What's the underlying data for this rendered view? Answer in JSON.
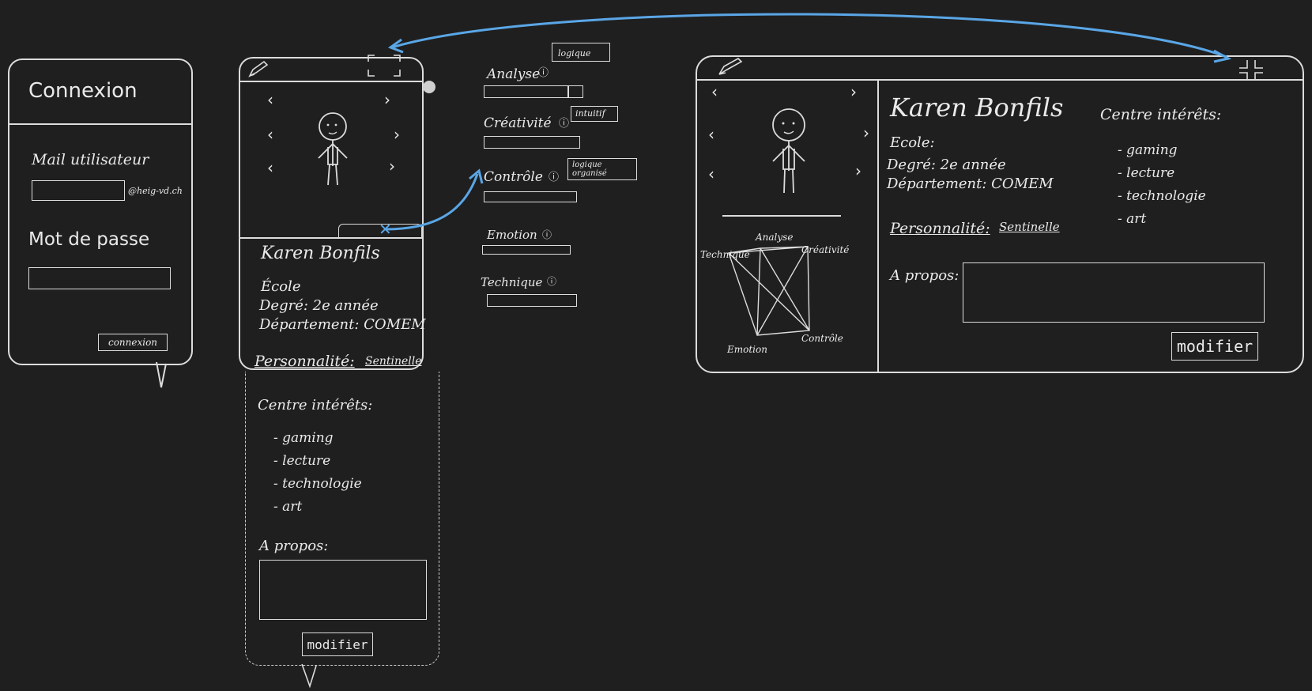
{
  "login": {
    "title": "Connexion",
    "email_label": "Mail utilisateur",
    "email_suffix": "@heig-vd.ch",
    "password_label": "Mot de passe",
    "submit_label": "connexion"
  },
  "profile": {
    "name": "Karen Bonfils",
    "school": "École",
    "degree": "Degré: 2e année",
    "degree_wide": "Degré: 2e année",
    "school_wide": "Ecole:",
    "department": "Département: COMEM",
    "personality_label": "Personnalité:",
    "personality_value": "Sentinelle",
    "interests_title": "Centre intérêts:",
    "interests": [
      "- gaming",
      "- lecture",
      "- technologie",
      "- art"
    ],
    "about_label": "A propos:",
    "modify_label": "modifier"
  },
  "skills": {
    "items": [
      {
        "label": "Analyse",
        "tag": "logique",
        "level": 0.85
      },
      {
        "label": "Créativité",
        "tag": "intuitif",
        "level": 0.0
      },
      {
        "label": "Contrôle",
        "tag": "logique organisé",
        "level": 0.0
      },
      {
        "label": "Emotion",
        "tag": "",
        "level": 0.0
      },
      {
        "label": "Technique",
        "tag": "",
        "level": 0.0
      }
    ],
    "info_glyph": "ⓘ"
  },
  "radar": {
    "labels": [
      "Technique",
      "Analyse",
      "Créativité",
      "Emotion",
      "Contrôle"
    ]
  },
  "colors": {
    "background": "#1f1f1f",
    "stroke": "#dcdcdc",
    "arrow": "#5aa6e6"
  },
  "icons": {
    "edit": "pencil-icon",
    "expand": "expand-icon",
    "collapse": "collapse-icon",
    "close": "close-icon"
  }
}
